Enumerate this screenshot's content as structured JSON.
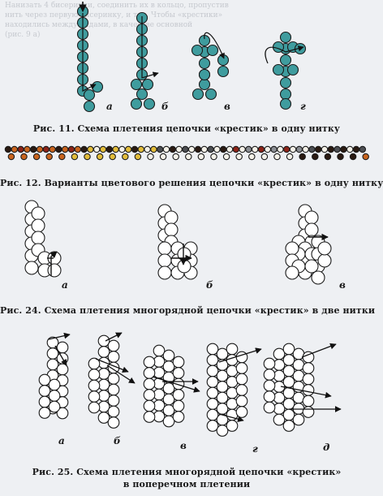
{
  "top_text": [
    "Нанизать 4 бисеринки, соединить их в кольцо, пропустив",
    "нить через первую бисеринку, и т. д. Чтобы «крестики»",
    "находились между рядами, в качестве основной",
    "(рис. 9 а)"
  ],
  "figures": {
    "fig11": {
      "caption": "Рис. 11. Схема плетения цепочки «крестик» в одну нитку",
      "sublabels": [
        "а",
        "б",
        "в",
        "г"
      ]
    },
    "fig12": {
      "caption": "Рис. 12. Варианты цветового решения цепочки «крестик» в одну нитку",
      "colors": [
        "#2a1a12",
        "#c8641e",
        "#8c2418",
        "#e2bc3a",
        "#f4f1e8",
        "#4c4e52",
        "#8a8d92"
      ]
    },
    "fig24": {
      "caption": "Рис. 24. Схема плетения многорядной цепочки «крестик» в две нитки",
      "sublabels": [
        "а",
        "б",
        "в"
      ]
    },
    "fig25": {
      "caption_line1": "Рис. 25. Схема плетения многорядной цепочки «крестик»",
      "caption_line2": "в поперечном плетении",
      "sublabels": [
        "а",
        "б",
        "в",
        "г",
        "д"
      ]
    }
  }
}
